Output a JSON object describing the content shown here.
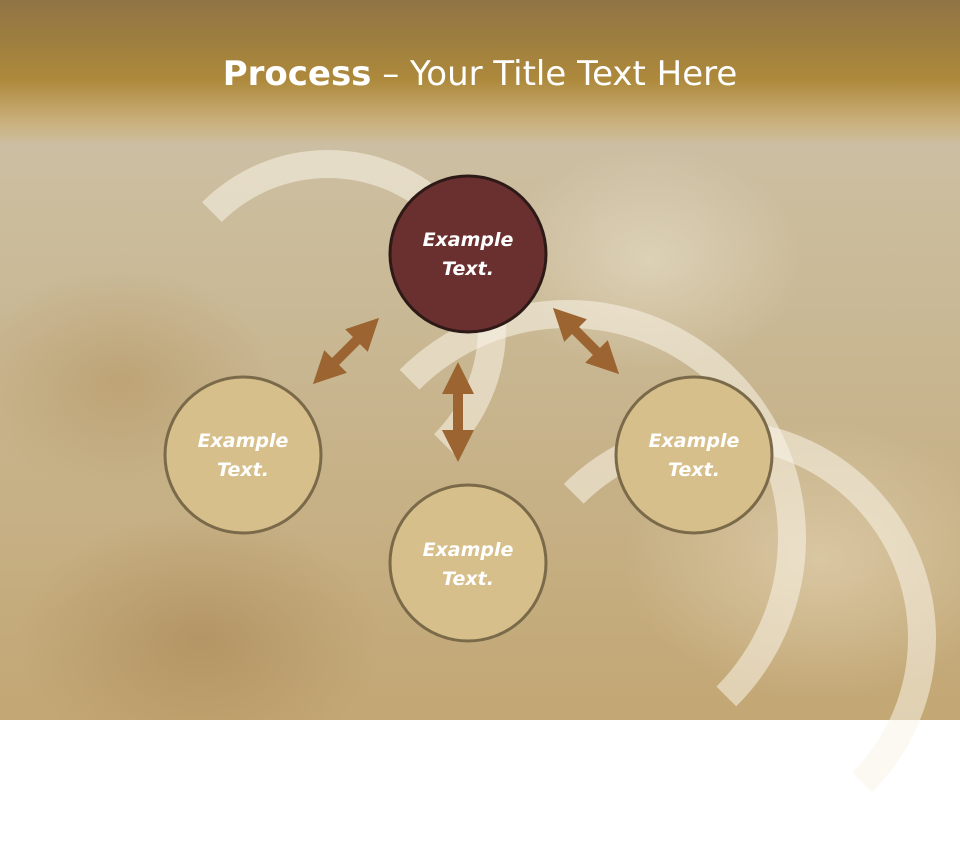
{
  "slide": {
    "title_bold": "Process",
    "title_rest": " – Your Title Text Here"
  },
  "nodes": [
    {
      "id": "top",
      "line1": "Example",
      "line2": "Text.",
      "color": "#6a2f2f"
    },
    {
      "id": "left",
      "line1": "Example",
      "line2": "Text.",
      "color": "#d6bf8a"
    },
    {
      "id": "right",
      "line1": "Example",
      "line2": "Text.",
      "color": "#d6bf8a"
    },
    {
      "id": "bottom",
      "line1": "Example",
      "line2": "Text.",
      "color": "#d6bf8a"
    }
  ],
  "colors": {
    "header": "#ad893b",
    "arrow": "#9b6430",
    "circle_border": "#7a6a4a"
  }
}
